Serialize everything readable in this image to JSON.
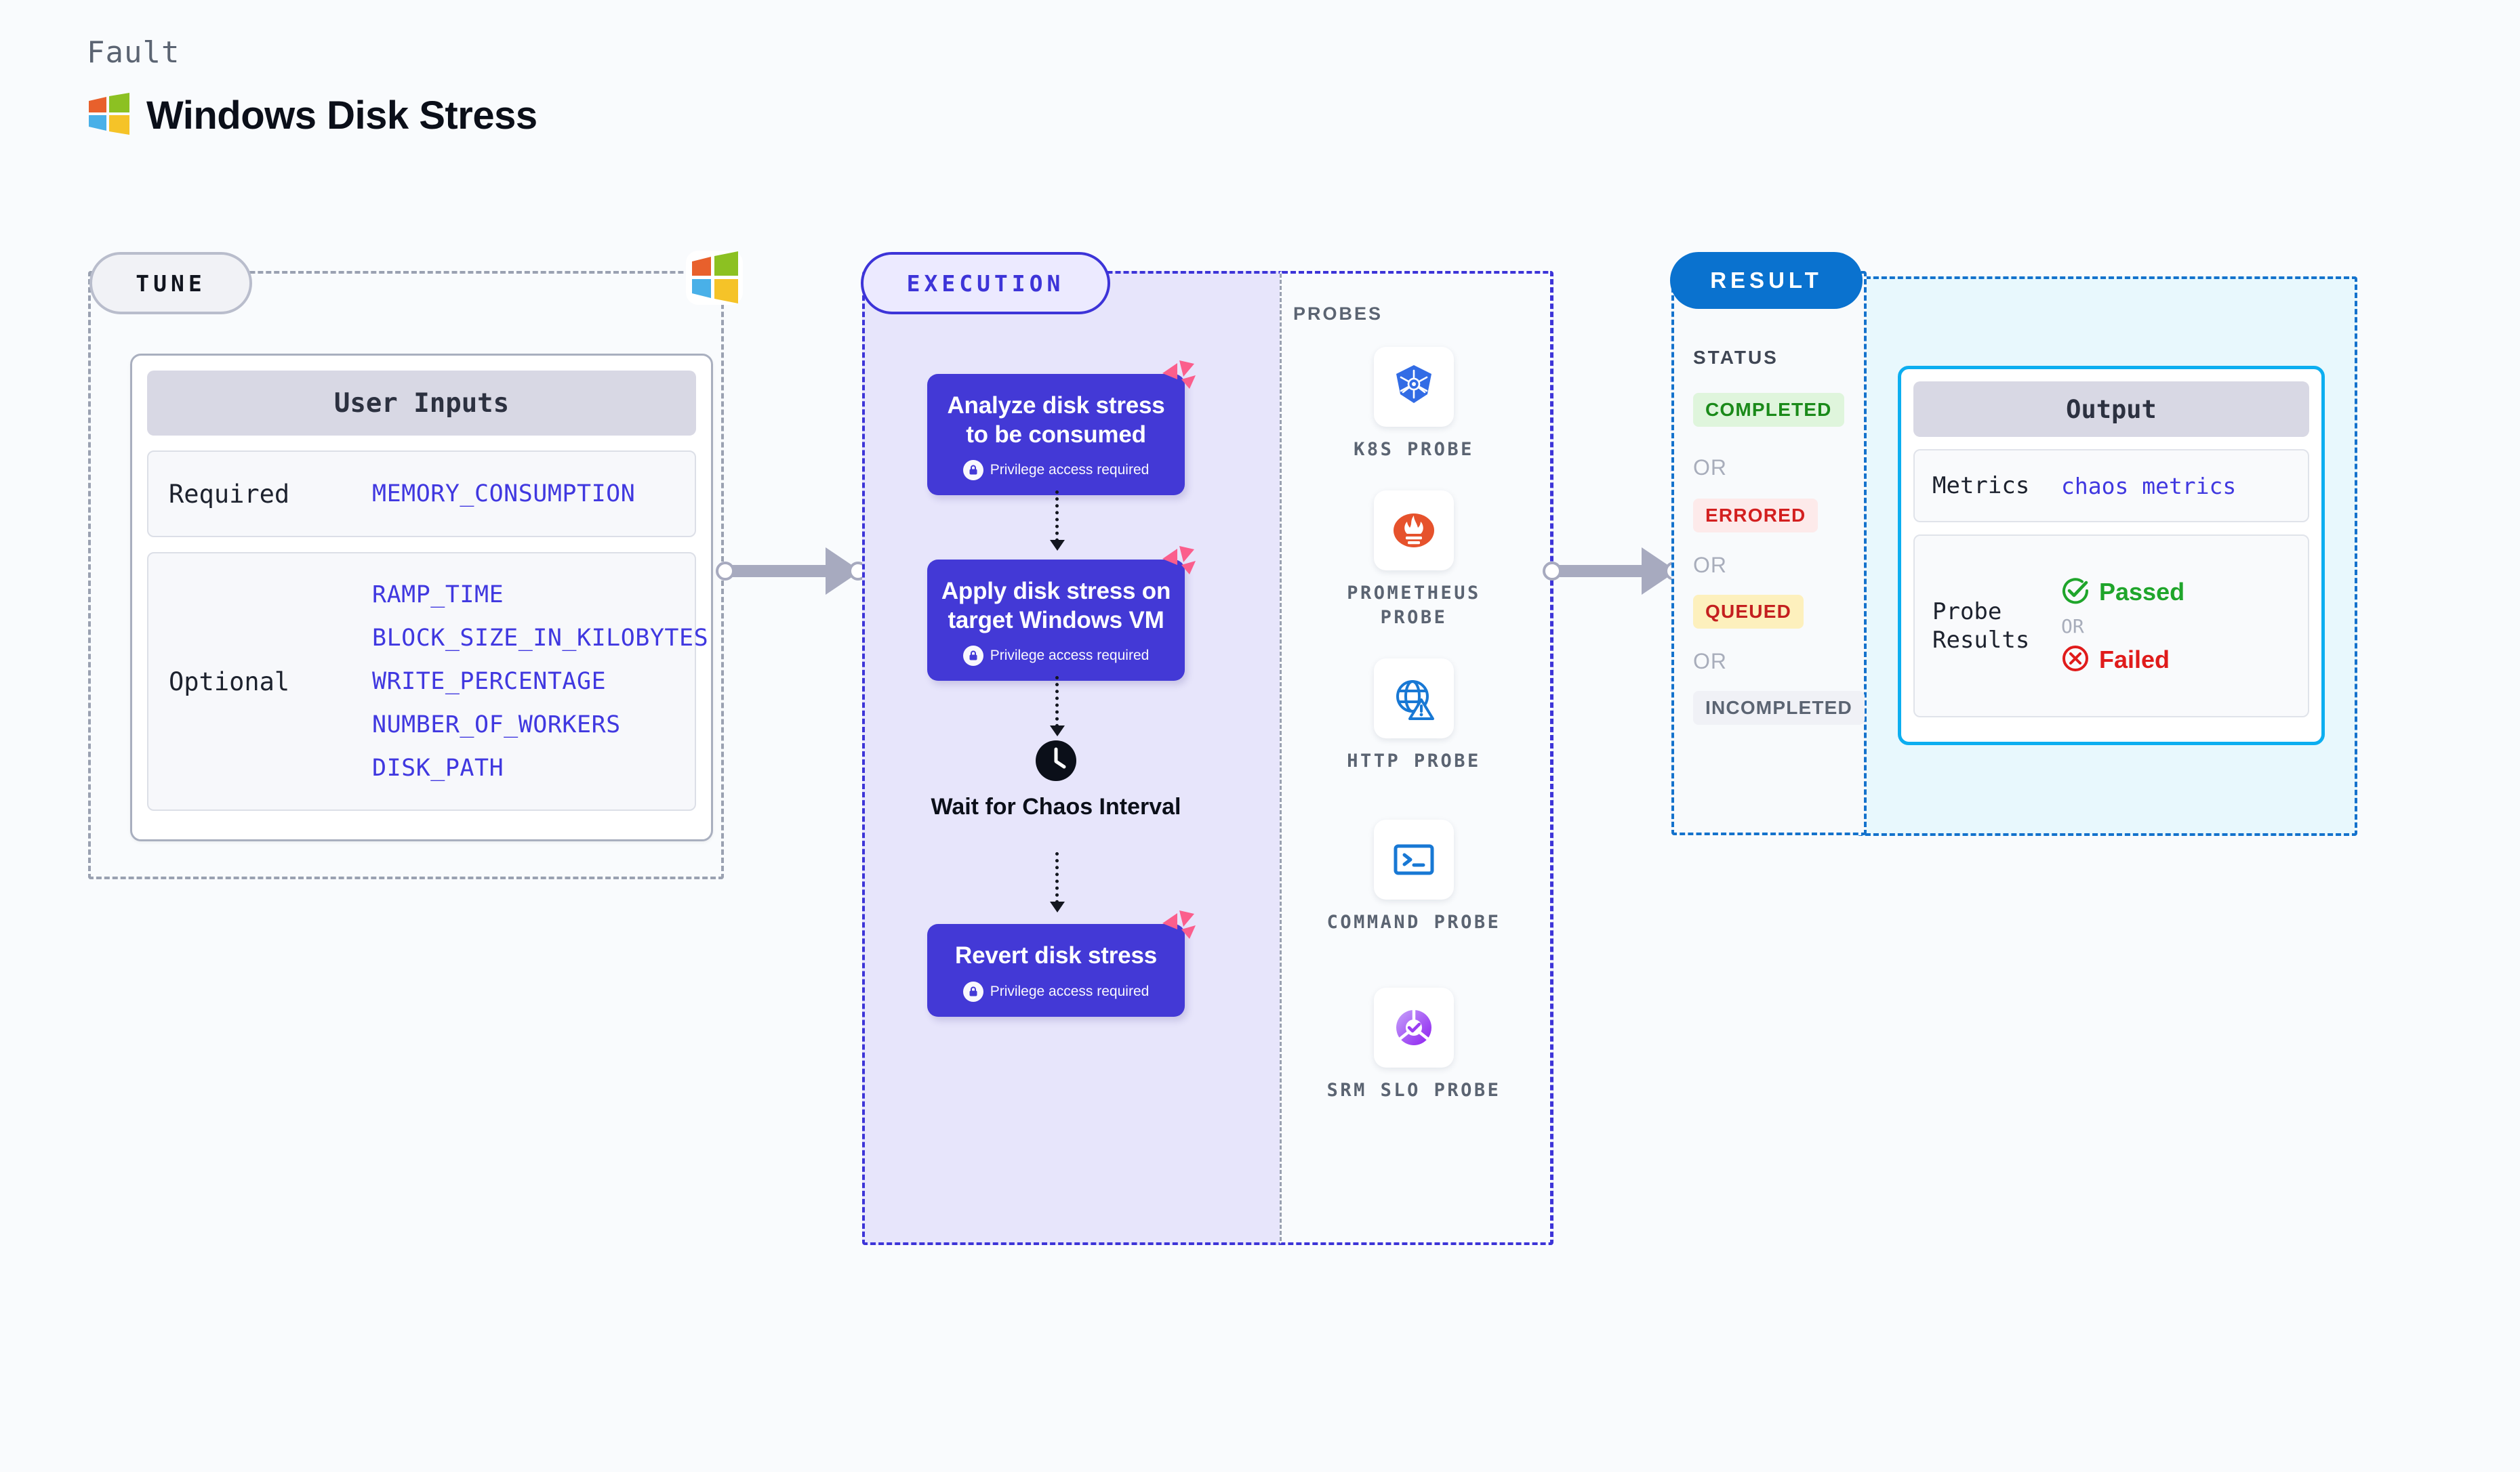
{
  "header": {
    "eyebrow": "Fault",
    "title": "Windows Disk Stress",
    "icon": "windows-logo-icon"
  },
  "colors": {
    "background": "#f9fbfd",
    "tune_border": "#9aa1b1",
    "execution_accent": "#3d34d8",
    "execution_fill": "#e7e5fb",
    "result_accent": "#1472cc",
    "result_pill": "#0a72cf",
    "output_border": "#0caef0",
    "output_fill": "#e8f8fd",
    "step_fill": "#4339d6",
    "chaos_icon": "#fb5e8c",
    "mono_value": "#4038e0",
    "connector": "#a7aabf"
  },
  "tune": {
    "pill_label": "TUNE",
    "badge_icon": "windows-logo-icon",
    "card": {
      "header": "User Inputs",
      "rows": [
        {
          "key": "Required",
          "values": [
            "MEMORY_CONSUMPTION"
          ]
        },
        {
          "key": "Optional",
          "values": [
            "RAMP_TIME",
            "BLOCK_SIZE_IN_KILOBYTES",
            "WRITE_PERCENTAGE",
            "NUMBER_OF_WORKERS",
            "DISK_PATH"
          ]
        }
      ]
    }
  },
  "execution": {
    "pill_label": "EXECUTION",
    "privilege_note": "Privilege access required",
    "steps": [
      {
        "title": "Analyze disk stress to be consumed",
        "badge_icon": "chaos-icon",
        "lock_icon": "lock-icon"
      },
      {
        "title": "Apply disk stress on target Windows VM",
        "badge_icon": "chaos-icon",
        "lock_icon": "lock-icon"
      },
      {
        "title": "Revert disk stress",
        "badge_icon": "chaos-icon",
        "lock_icon": "lock-icon"
      }
    ],
    "wait_node": {
      "label": "Wait for Chaos Interval",
      "icon": "clock-icon"
    }
  },
  "probes": {
    "title": "PROBES",
    "items": [
      {
        "label": "K8S PROBE",
        "icon": "kubernetes-icon"
      },
      {
        "label": "PROMETHEUS PROBE",
        "icon": "prometheus-icon"
      },
      {
        "label": "HTTP PROBE",
        "icon": "http-globe-warning-icon"
      },
      {
        "label": "COMMAND PROBE",
        "icon": "terminal-icon"
      },
      {
        "label": "SRM SLO PROBE",
        "icon": "srm-slo-donut-check-icon"
      }
    ]
  },
  "result": {
    "pill_label": "RESULT",
    "status_title": "STATUS",
    "or_label": "OR",
    "statuses": [
      {
        "label": "COMPLETED",
        "bg": "#dff5dc",
        "fg": "#1a8a19"
      },
      {
        "label": "ERRORED",
        "bg": "#fdeaea",
        "fg": "#d31f1f"
      },
      {
        "label": "QUEUED",
        "bg": "#fdf0bd",
        "fg": "#c41f1f"
      },
      {
        "label": "INCOMPLETED",
        "bg": "#f0f1f6",
        "fg": "#5b6472"
      }
    ]
  },
  "output": {
    "header": "Output",
    "metrics": {
      "key": "Metrics",
      "value": "chaos metrics"
    },
    "probe_results": {
      "key": "Probe Results",
      "or_label": "OR",
      "passed": {
        "label": "Passed",
        "color": "#1fa52b",
        "icon": "check-circle-icon"
      },
      "failed": {
        "label": "Failed",
        "color": "#e01b1b",
        "icon": "x-circle-icon"
      }
    }
  }
}
